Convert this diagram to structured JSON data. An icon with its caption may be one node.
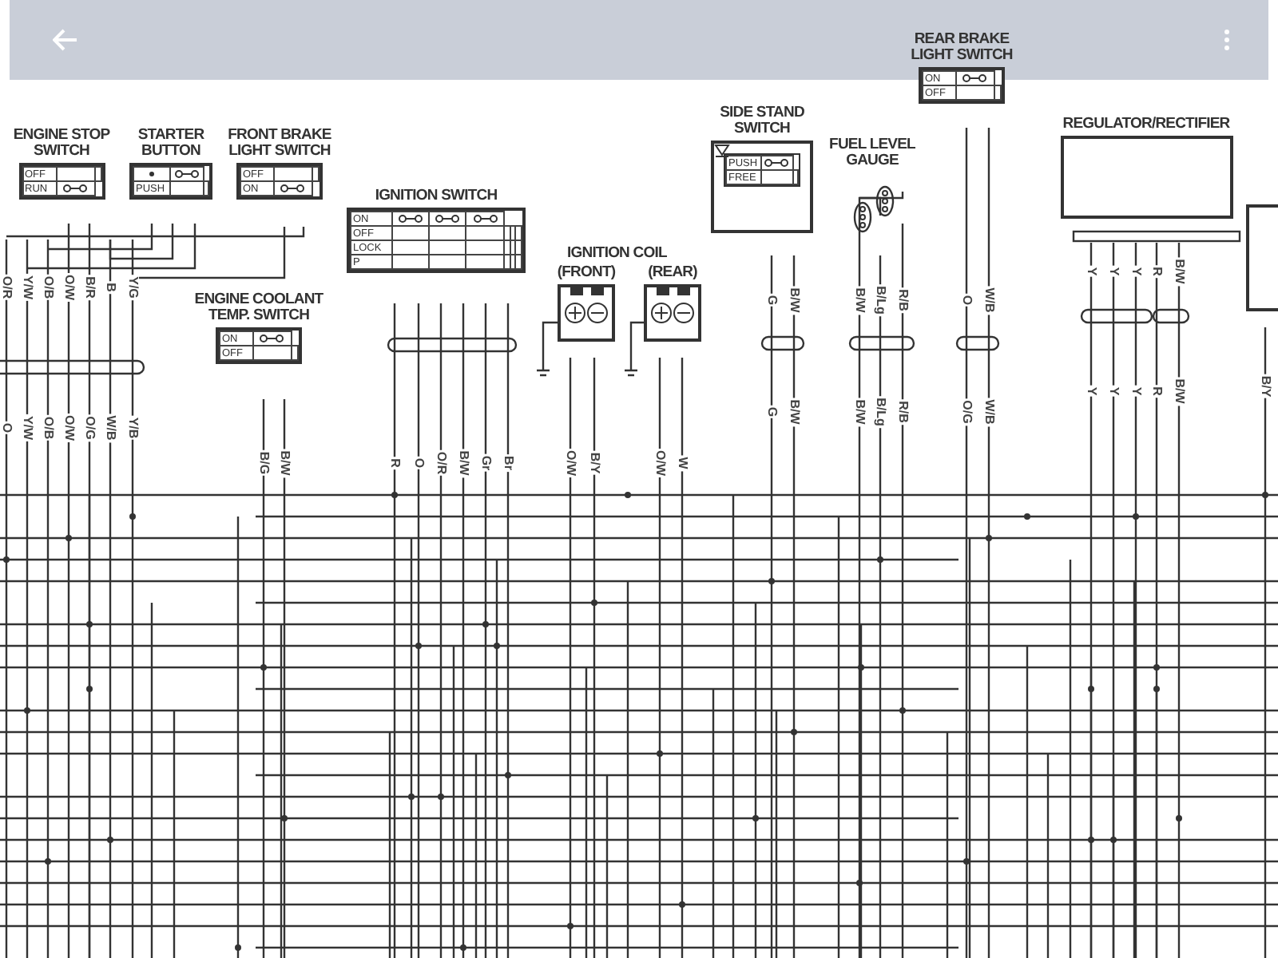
{
  "diagram": {
    "nodes": [
      {
        "text": [
          "ENGINE STOP SWITCH",
          "OFF",
          "RUN"
        ]
      },
      {
        "text": [
          "STARTER BUTTON",
          "PUSH"
        ]
      },
      {
        "text": [
          "FRONT BRAKE LIGHT SWITCH",
          "OFF",
          "ON"
        ]
      },
      {
        "text": [
          "IGNITION SWITCH",
          "ON",
          "OFF",
          "LOCK",
          "P"
        ]
      },
      {
        "text": [
          "ENGINE COOLANT TEMP. SWITCH",
          "ON",
          "OFF"
        ]
      },
      {
        "text": [
          "(FRONT)"
        ]
      },
      {
        "text": [
          "(REAR)"
        ]
      },
      {
        "text": [
          "SIDE STAND SWITCH",
          "PUSH",
          "FREE"
        ]
      },
      {
        "text": [
          "FUEL LEVEL GAUGE"
        ]
      },
      {
        "text": [
          "REAR BRAKE LIGHT SWITCH",
          "ON",
          "OFF"
        ]
      },
      {
        "text": [
          "REGULATOR/RECTIFIER"
        ]
      },
      {
        "text": [],
        "shape": "box"
      }
    ],
    "labels": [
      "IGNITION COIL",
      "O/R",
      "Y/W",
      "O/B",
      "O/W",
      "B/R",
      "B",
      "Y/G",
      "O",
      "Y/W",
      "O/B",
      "O/W",
      "O/G",
      "W/B",
      "Y/B",
      "B/G",
      "B/W",
      "R",
      "O",
      "O/R",
      "B/W",
      "Gr",
      "Br",
      "O/W",
      "B/Y",
      "O/W",
      "W",
      "G",
      "B/W",
      "G",
      "B/W",
      "B/W",
      "B/Lg",
      "R/B",
      "B/W",
      "B/Lg",
      "R/B",
      "O",
      "W/B",
      "O/G",
      "W/B",
      "Y",
      "Y",
      "Y",
      "R",
      "B/W",
      "Y",
      "Y",
      "Y",
      "R",
      "B/W",
      "B/Y"
    ]
  }
}
